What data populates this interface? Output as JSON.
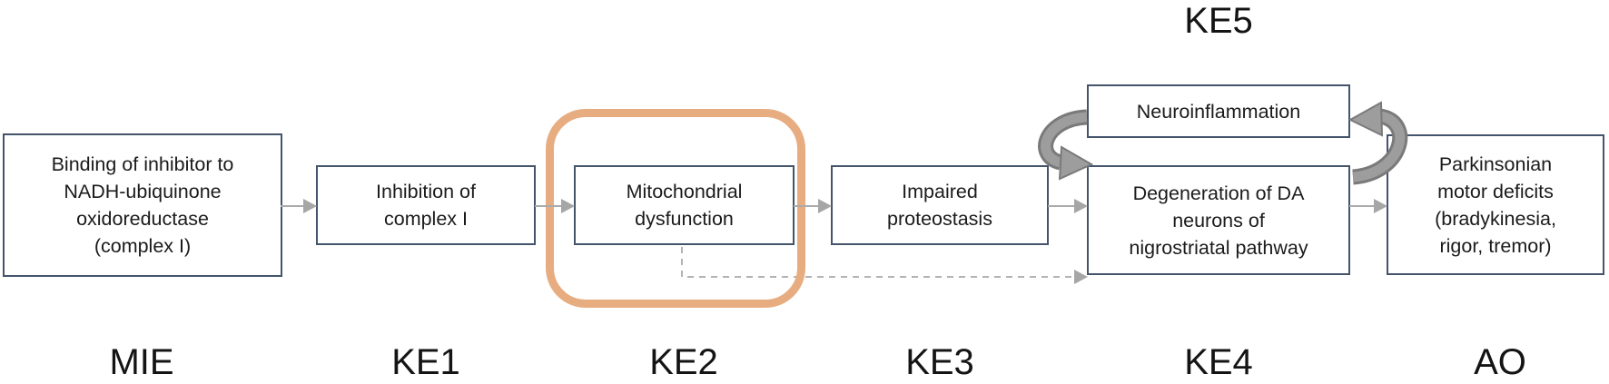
{
  "diagram": {
    "ke5_label": "KE5",
    "nodes": [
      {
        "id": "mie",
        "label": "Binding of inhibitor to\nNADH-ubiquinone\noxidoreductase\n(complex I)"
      },
      {
        "id": "ke1",
        "label": "Inhibition of\ncomplex I"
      },
      {
        "id": "ke2",
        "label": "Mitochondrial\ndysfunction",
        "highlighted": true
      },
      {
        "id": "ke3",
        "label": "Impaired\nproteostasis"
      },
      {
        "id": "ke5",
        "label": "Neuroinflammation"
      },
      {
        "id": "ke4",
        "label": "Degeneration of DA\nneurons of\nnigrostriatal pathway"
      },
      {
        "id": "ao",
        "label": "Parkinsonian\nmotor deficits\n(bradykinesia,\nrigor, tremor)"
      }
    ],
    "stages": [
      {
        "label": "MIE"
      },
      {
        "label": "KE1"
      },
      {
        "label": "KE2"
      },
      {
        "label": "KE3"
      },
      {
        "label": "KE4"
      },
      {
        "label": "AO"
      }
    ],
    "colors": {
      "highlight_orange": "#E7AD80",
      "box_border": "#44546A",
      "arrow_gray": "#A6A6A6",
      "dashed_gray": "#B3B3B3",
      "curved_arrow_fill": "#9D9D9D",
      "curved_arrow_outline": "#7A7A7A"
    }
  }
}
